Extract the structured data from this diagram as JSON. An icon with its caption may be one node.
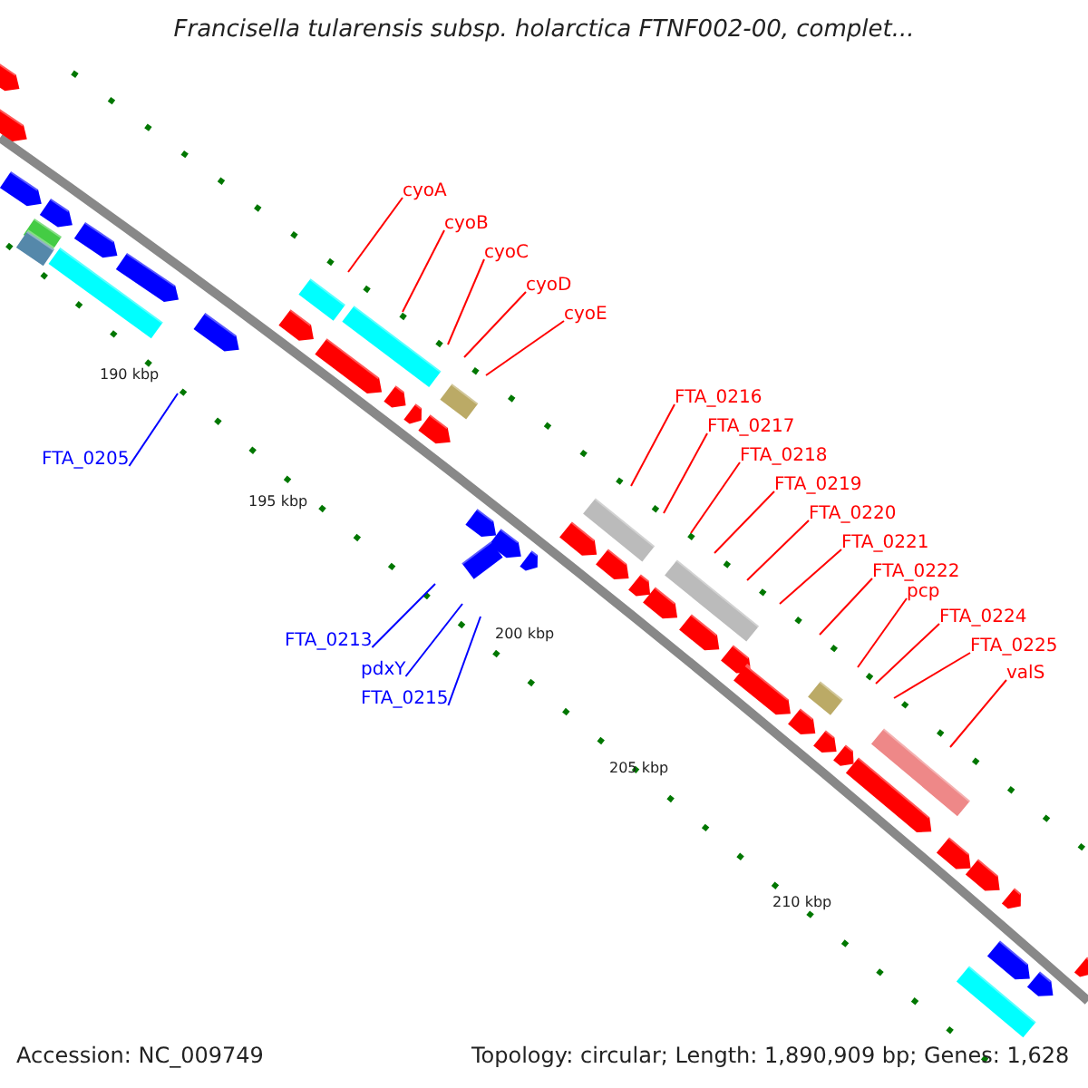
{
  "diagram": {
    "title": "Francisella tularensis subsp. holarctica FTNF002-00, complet...",
    "nodes": [
      {
        "text": [
          "cyoA"
        ]
      },
      {
        "text": [
          "cyoB"
        ]
      },
      {
        "text": [
          "cyoC"
        ]
      },
      {
        "text": [
          "cyoD"
        ]
      },
      {
        "text": [
          "cyoE"
        ]
      },
      {
        "text": [
          "FTA_0216"
        ]
      },
      {
        "text": [
          "FTA_0217"
        ]
      },
      {
        "text": [
          "FTA_0218"
        ]
      },
      {
        "text": [
          "FTA_0219"
        ]
      },
      {
        "text": [
          "FTA_0220"
        ]
      },
      {
        "text": [
          "FTA_0221"
        ]
      },
      {
        "text": [
          "FTA_0222"
        ]
      },
      {
        "text": [
          "pcp"
        ]
      },
      {
        "text": [
          "FTA_0224"
        ]
      },
      {
        "text": [
          "FTA_0225"
        ]
      },
      {
        "text": [
          "valS"
        ]
      },
      {
        "text": [
          "FTA_0205"
        ]
      },
      {
        "text": [
          "FTA_0213"
        ]
      },
      {
        "text": [
          "pdxY"
        ]
      },
      {
        "text": [
          "FTA_0215"
        ]
      }
    ],
    "edges": [
      {
        "from": 0,
        "to": null,
        "arrow": "none"
      },
      {
        "from": 1,
        "to": null,
        "arrow": "none"
      },
      {
        "from": 2,
        "to": null,
        "arrow": "none"
      },
      {
        "from": 3,
        "to": null,
        "arrow": "none"
      },
      {
        "from": 4,
        "to": null,
        "arrow": "none"
      },
      {
        "from": 5,
        "to": null,
        "arrow": "none"
      },
      {
        "from": 6,
        "to": null,
        "arrow": "none"
      },
      {
        "from": 7,
        "to": null,
        "arrow": "none"
      },
      {
        "from": 8,
        "to": null,
        "arrow": "none"
      },
      {
        "from": 9,
        "to": null,
        "arrow": "none"
      },
      {
        "from": 10,
        "to": null,
        "arrow": "none"
      },
      {
        "from": 11,
        "to": null,
        "arrow": "none"
      },
      {
        "from": 12,
        "to": null,
        "arrow": "none"
      },
      {
        "from": 13,
        "to": null,
        "arrow": "none"
      },
      {
        "from": 14,
        "to": null,
        "arrow": "none"
      },
      {
        "from": 15,
        "to": null,
        "arrow": "none"
      },
      {
        "from": 16,
        "to": null,
        "arrow": "none",
        "color": "#0000ff"
      },
      {
        "from": 17,
        "to": null,
        "arrow": "none",
        "color": "#0000ff"
      },
      {
        "from": 18,
        "to": null,
        "arrow": "none",
        "color": "#0000ff"
      },
      {
        "from": 19,
        "to": null,
        "arrow": "none",
        "color": "#0000ff"
      }
    ],
    "labels": [
      "190 kbp",
      "195 kbp",
      "200 kbp",
      "205 kbp",
      "210 kbp",
      "Accession: NC_009749",
      "Topology: circular; Length: 1,890,909 bp; Genes: 1,628"
    ]
  }
}
